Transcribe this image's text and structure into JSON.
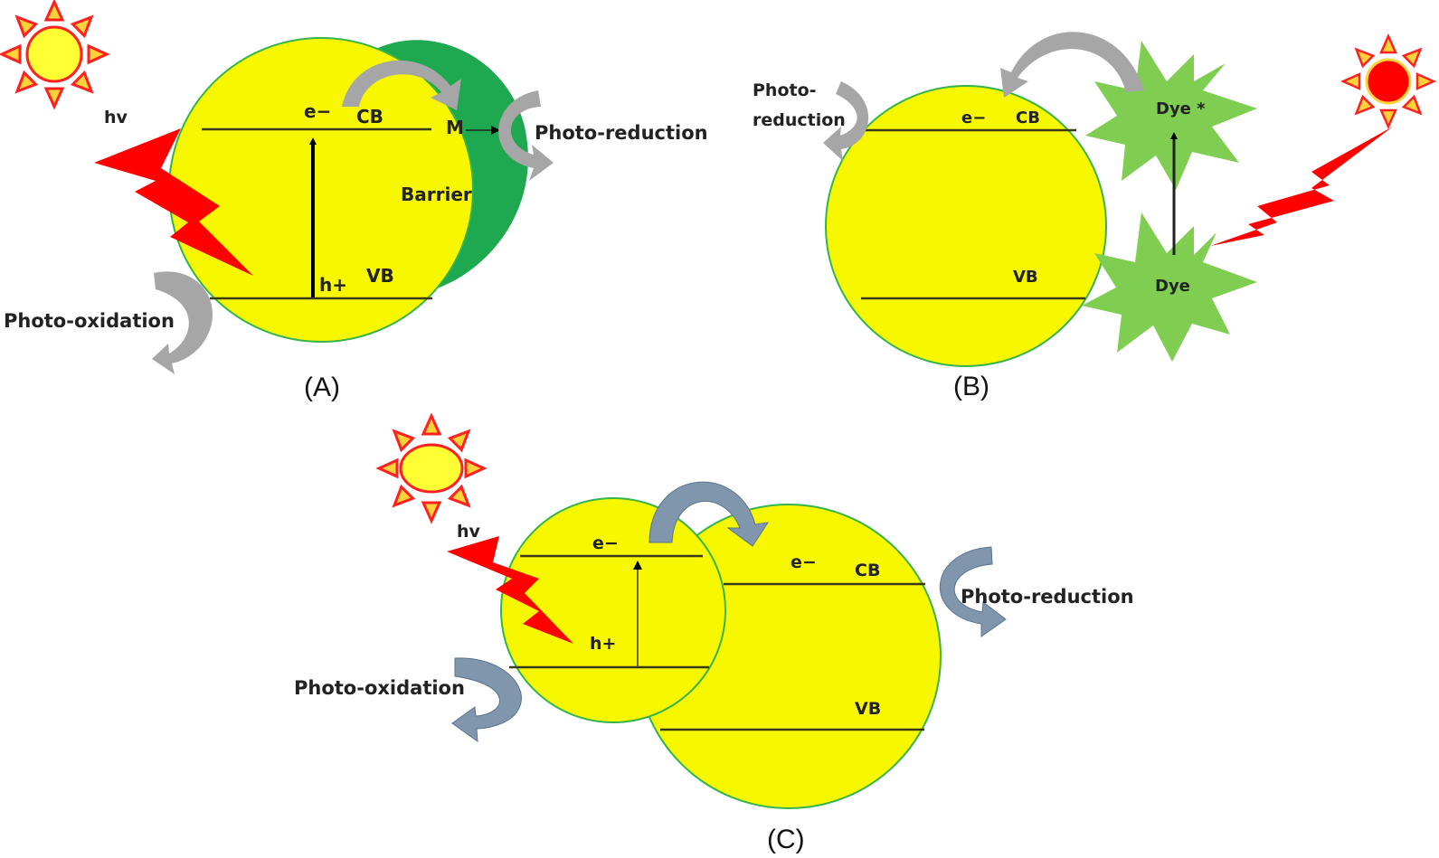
{
  "colors": {
    "particle_fill": "#f7f700",
    "particle_stroke": "#36b34a",
    "barrier": "#1ea84f",
    "dye": "#7fce52",
    "light": "#ff0000",
    "sun_core_yellow": "#ffff33",
    "sun_core_red": "#ff0000",
    "sun_ray": "#ffd23a",
    "arrow_gray": "#a6a6a6",
    "arrow_blue": "#7f96ad",
    "band_line": "#3a3a1a"
  },
  "panel_a": {
    "caption": "(A)",
    "hv": "hv",
    "e_minus": "e−",
    "cb": "CB",
    "vb": "VB",
    "h_plus": "h+",
    "metal": "M",
    "barrier": "Barrier",
    "photo_reduction": "Photo-reduction",
    "photo_oxidation": "Photo-oxidation"
  },
  "panel_b": {
    "caption": "(B)",
    "photo_reduction_line1": "Photo-",
    "photo_reduction_line2": "reduction",
    "e_minus": "e−",
    "cb": "CB",
    "vb": "VB",
    "dye_excited": "Dye *",
    "dye": "Dye"
  },
  "panel_c": {
    "caption": "(C)",
    "hv": "hv",
    "e_minus_small": "e−",
    "h_plus": "h+",
    "e_minus_large": "e−",
    "cb": "CB",
    "vb": "VB",
    "photo_reduction": "Photo-reduction",
    "photo_oxidation": "Photo-oxidation"
  }
}
